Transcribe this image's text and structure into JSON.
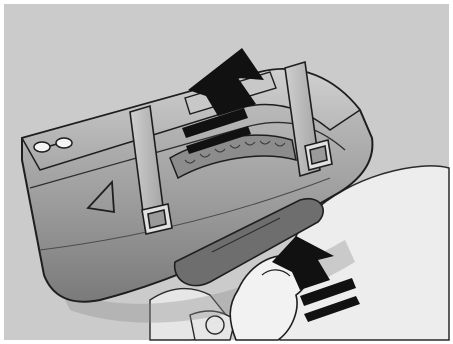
{
  "figure": {
    "subject": "motorcycle-saddlebag-removal",
    "colors": {
      "background": "#cbcbcb",
      "frame": "#ffffff",
      "bag_body": "#9a9a9a",
      "bag_top": "#bdbdbd",
      "strap": "#b4b4b4",
      "arrow": "#111111",
      "outline": "#222222",
      "hand": "#f2f2f2"
    },
    "arrows": [
      {
        "name": "lift-up-arrow",
        "direction": "up"
      },
      {
        "name": "push-in-arrow",
        "direction": "up-right"
      }
    ]
  }
}
